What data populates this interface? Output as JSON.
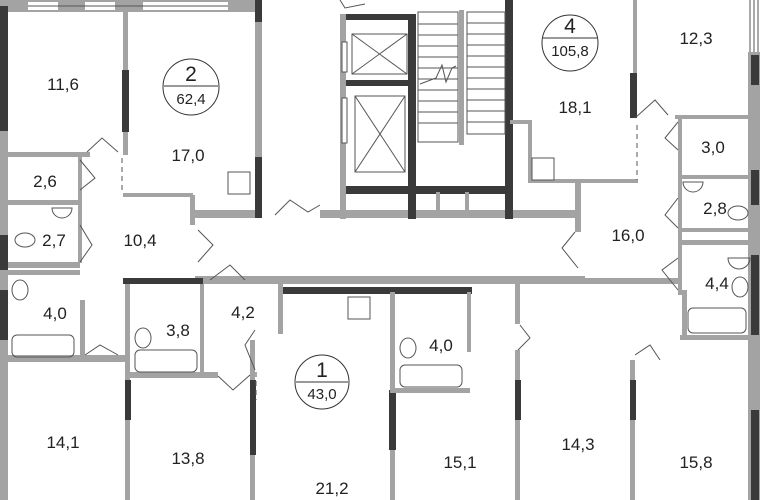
{
  "apartments": [
    {
      "number": "2",
      "area": "62,4"
    },
    {
      "number": "4",
      "area": "105,8"
    },
    {
      "number": "1",
      "area": "43,0"
    }
  ],
  "rooms": {
    "apt2_bedroom": "11,6",
    "apt2_kitchen_living": "17,0",
    "apt2_storage": "2,6",
    "apt2_wc": "2,7",
    "apt2_hall": "10,4",
    "apt2_bath": "4,0",
    "apt_sw_bath": "3,8",
    "apt_sw_hall": "4,2",
    "apt1_bath": "4,0",
    "room_14_1": "14,1",
    "room_13_8": "13,8",
    "apt1_room": "21,2",
    "room_15_1": "15,1",
    "room_14_3": "14,3",
    "room_15_8": "15,8",
    "apt4_kitchen_living": "18,1",
    "apt4_bedroom": "12,3",
    "apt4_storage": "3,0",
    "apt4_wc": "2,8",
    "apt4_hall": "16,0",
    "apt4_bath": "4,4"
  }
}
